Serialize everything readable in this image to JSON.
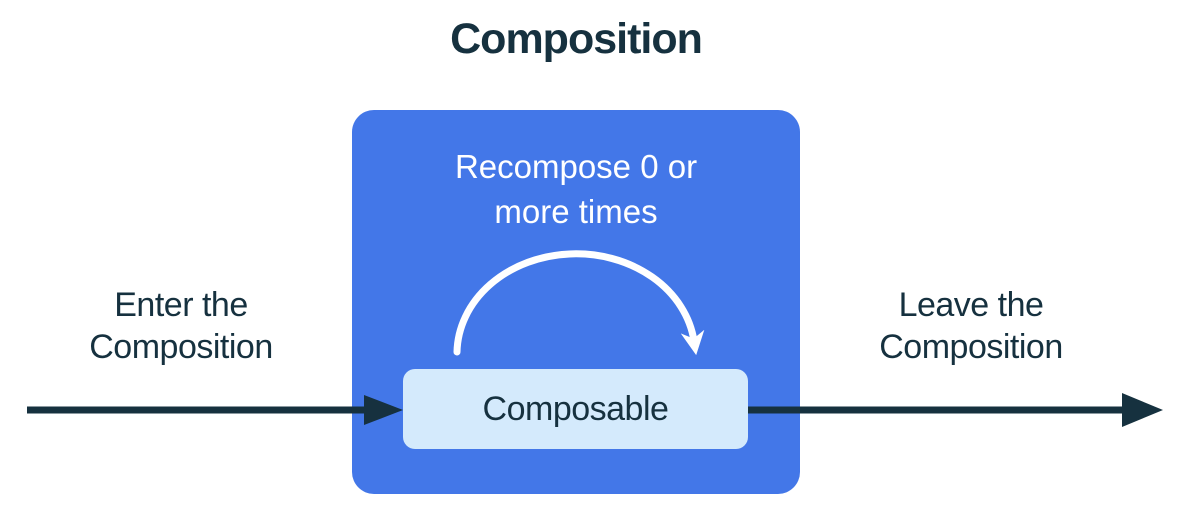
{
  "title": "Composition",
  "composition_box": {
    "recompose_label": "Recompose 0 or more times",
    "composable_label": "Composable"
  },
  "flow": {
    "enter_label": "Enter the Composition",
    "leave_label": "Leave the Composition"
  },
  "icons": {
    "recompose_arc": "clockwise-curved-arrow",
    "enter_arrow": "right-arrow",
    "leave_arrow": "right-arrow"
  },
  "colors": {
    "background": "#FFFFFF",
    "composition_blue": "#4377E8",
    "composable_light_blue": "#D4EAFC",
    "ink_dark_navy": "#16313F",
    "arc_white": "#FFFFFF"
  }
}
